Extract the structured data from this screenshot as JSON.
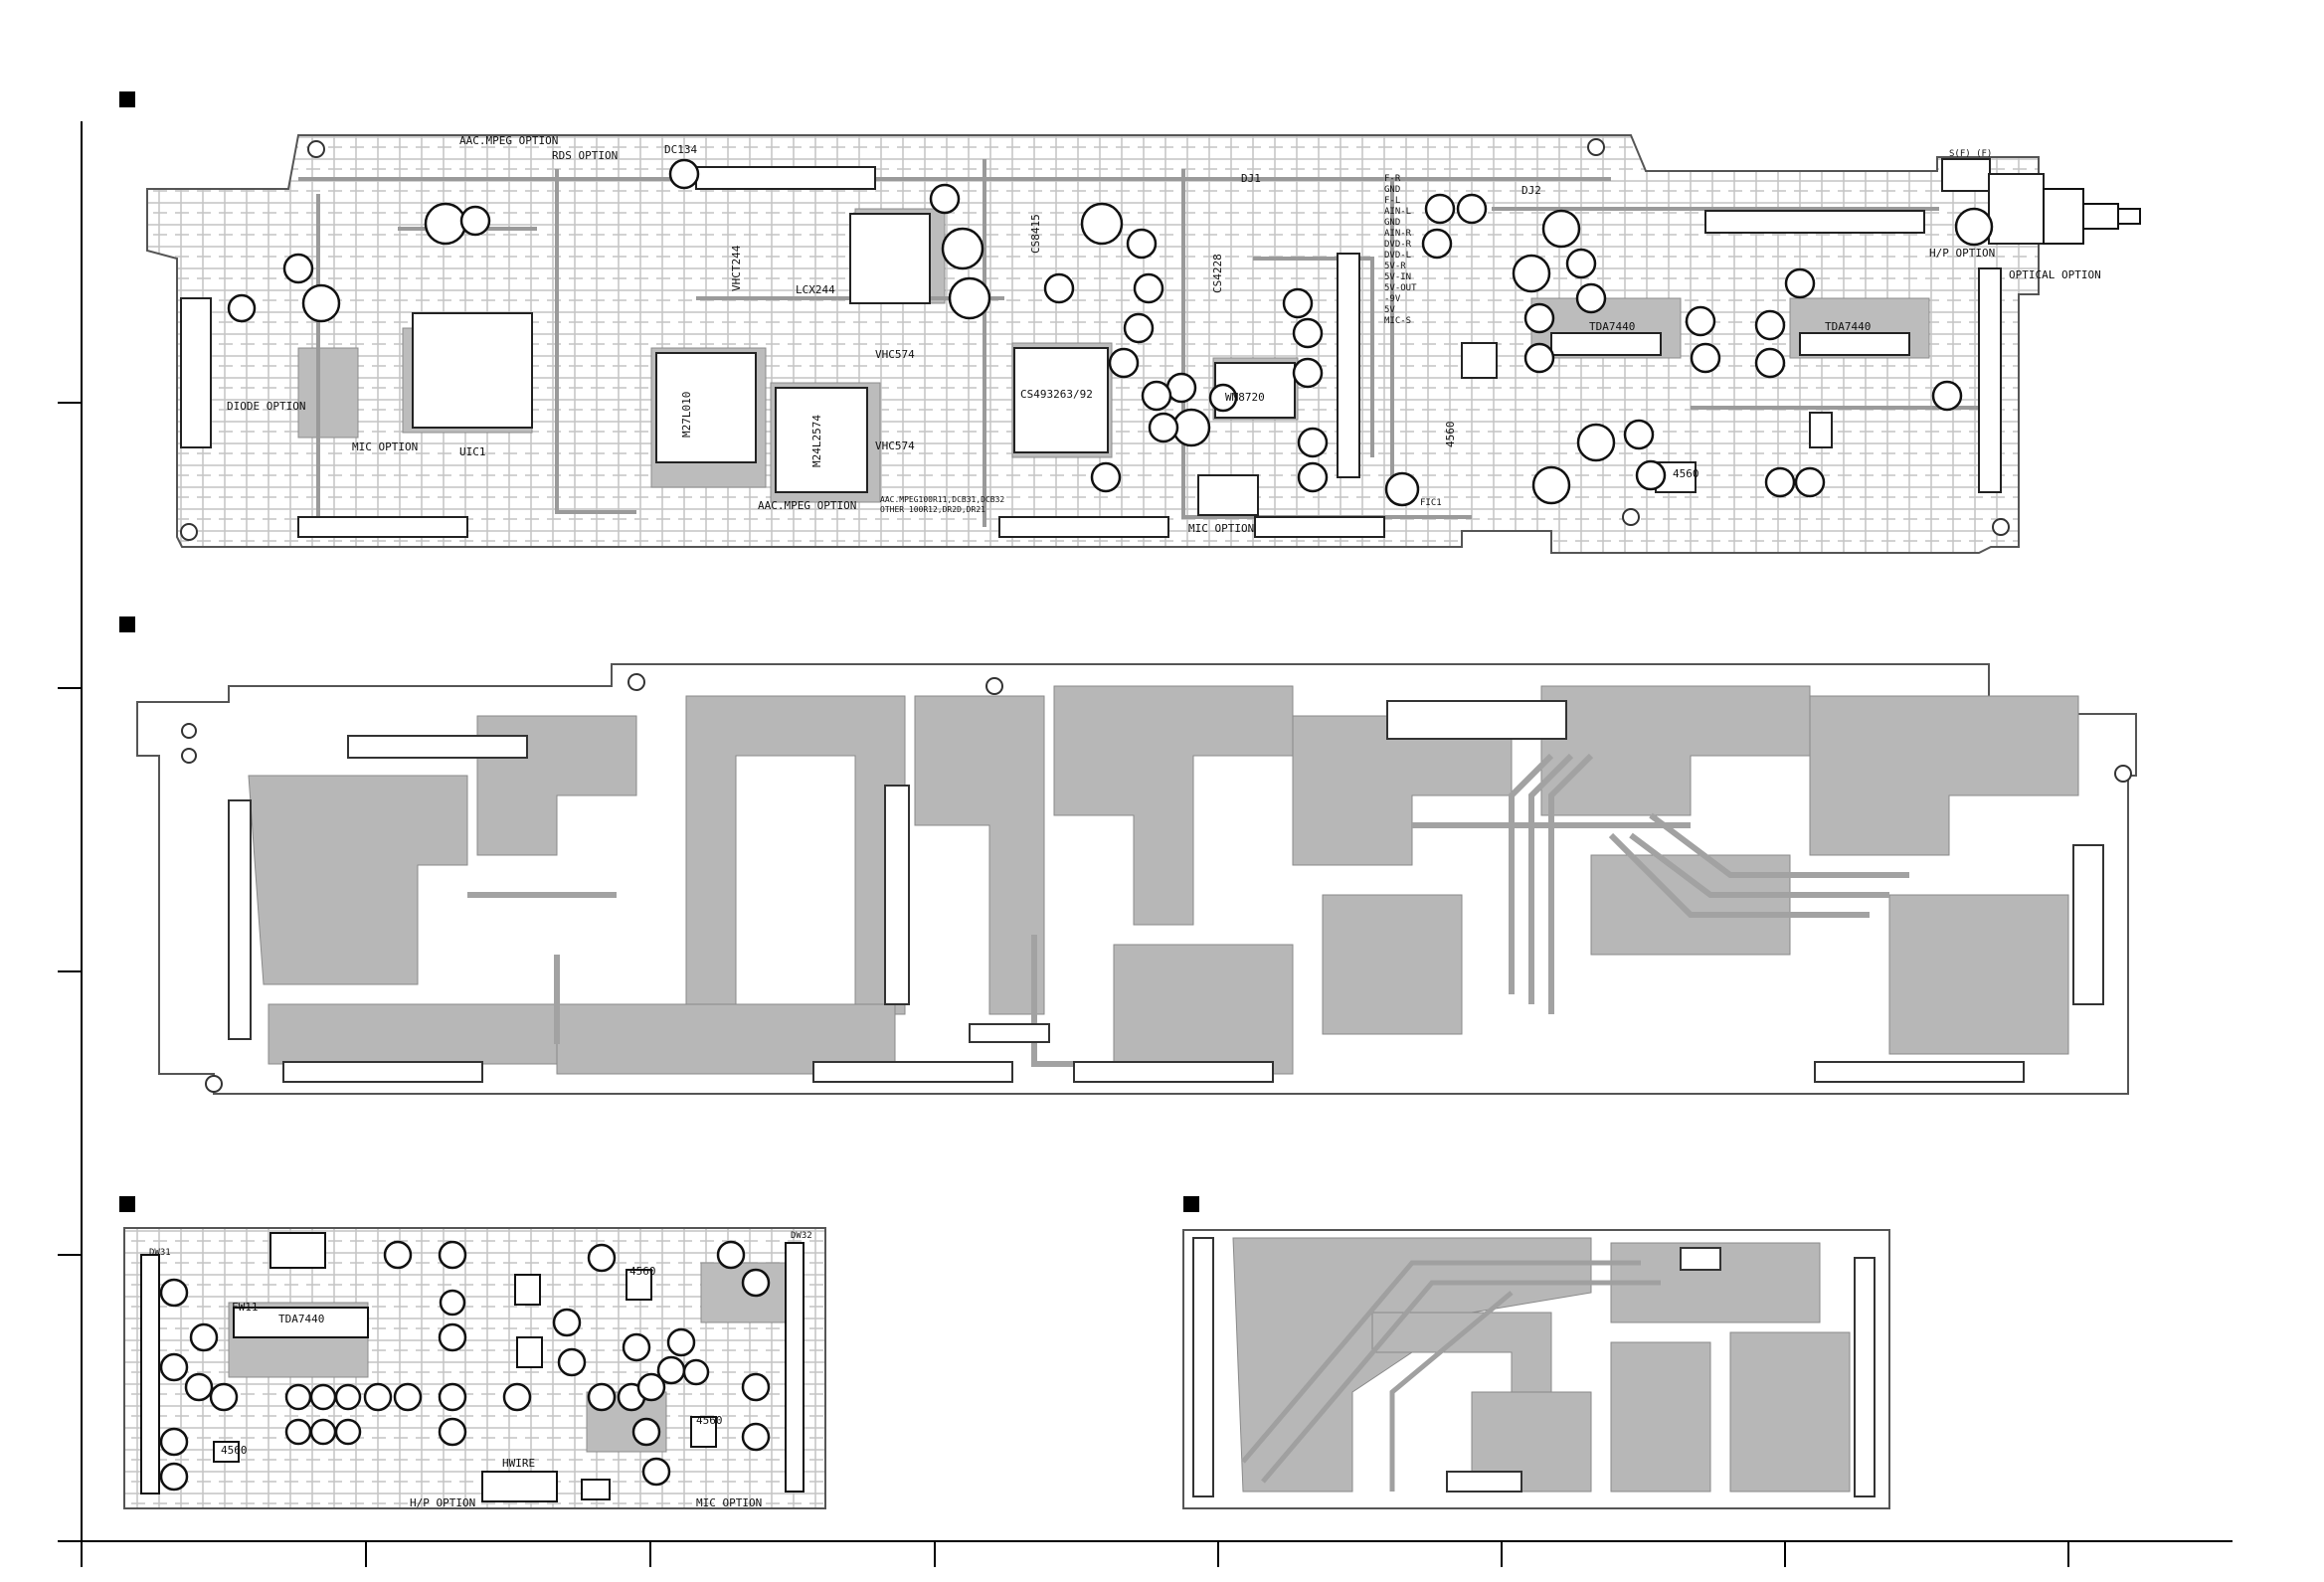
{
  "colors": {
    "copper": "#bdbdbd",
    "copper_dark": "#9e9e9e",
    "board": "#ffffff",
    "ink": "#111111"
  },
  "boards": {
    "top_component": {
      "labels": {
        "aac_mpeg_option_1": "AAC.MPEG OPTION",
        "rds_option": "RDS OPTION",
        "dc134": "DC134",
        "dj1": "DJ1",
        "dj2": "DJ2",
        "vhct244": "VHCT244",
        "lcx244": "LCX244",
        "cs8415": "CS8415",
        "m27l010": "M27L010",
        "m24l2574": "M24L2574",
        "vhc574_a": "VHC574",
        "vhc574_b": "VHC574",
        "cs493263": "CS493263/92",
        "wm8720": "WM8720",
        "cs4228": "CS4228",
        "uic1": "UIC1",
        "diode_option": "DIODE OPTION",
        "mic_option_1": "MIC OPTION",
        "aac_mpeg_option_2": "AAC.MPEG OPTION",
        "aac_note": "AAC.MPEG100R11,DCB31,DCB32",
        "other_note": "OTHER 100R12,DR2D,DR21",
        "mic_option_2": "MIC OPTION",
        "tda7440_a": "TDA7440",
        "tda7440_b": "TDA7440",
        "hp_option": "H/P OPTION",
        "optical_option": "OPTICAL OPTION",
        "spdif": "S(F) (F)",
        "ic4560_a": "4560",
        "ic4560_b": "4560",
        "fic1": "FIC1"
      },
      "pin_labels": [
        "F-R",
        "GND",
        "F-L",
        "AIN-L",
        "GND",
        "AIN-R",
        "DVD-R",
        "DVD-L",
        "5V-R",
        "5V-IN",
        "5V-OUT",
        "-9V",
        "5V",
        "MIC-S"
      ]
    },
    "bottom_left": {
      "labels": {
        "tda7440": "TDA7440",
        "fw11": "FW11",
        "hwire": "HWIRE",
        "hp_option": "H/P OPTION",
        "mic_option": "MIC OPTION",
        "ic4560_a": "4560",
        "ic4560_b": "4560",
        "ic4560_c": "4560",
        "dw31": "DW31",
        "dw32": "DW32"
      }
    }
  }
}
